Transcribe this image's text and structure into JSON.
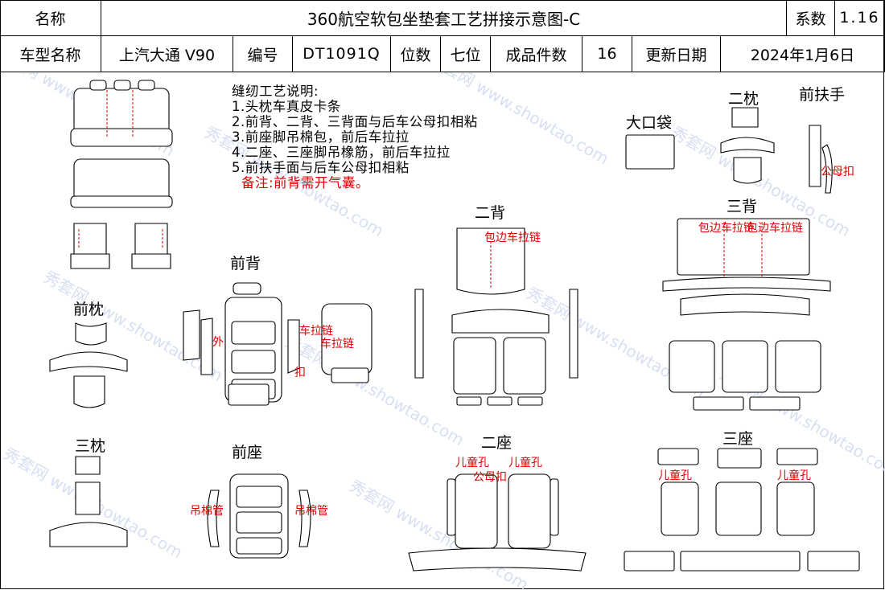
{
  "header": {
    "name_label": "名称",
    "title": "360航空软包坐垫套工艺拼接示意图-C",
    "coef_label": "系数",
    "coef_value": "1.16",
    "model_label": "车型名称",
    "model_value": "上汽大通 V90",
    "code_label": "编号",
    "code_value": "DT1091Q",
    "seats_label": "位数",
    "seats_value": "七位",
    "pieces_label": "成品件数",
    "pieces_value": "16",
    "date_label": "更新日期",
    "date_value": "2024年1月6日"
  },
  "notes": {
    "heading": "缝纫工艺说明:",
    "items": [
      "1.头枕车真皮卡条",
      "2.前背、二背、三背面与后车公母扣相粘",
      "3.前座脚吊棉包，前后车拉拉",
      "4.二座、三座脚吊橡筋，前后车拉拉",
      "5.前扶手面与后车公母扣相粘"
    ],
    "remark": "备注:前背需开气囊。"
  },
  "sections": {
    "front_pillow": "前枕",
    "third_pillow": "三枕",
    "front_back": "前背",
    "front_seat": "前座",
    "second_back": "二背",
    "second_seat": "二座",
    "big_pocket": "大口袋",
    "second_pillow": "二枕",
    "front_armrest": "前扶手",
    "third_back": "三背",
    "third_seat": "三座"
  },
  "annotations": {
    "zipper_car": "车拉链",
    "outside": "外",
    "buckle": "扣",
    "binding_zipper": "包边车拉链",
    "child_hole": "儿童孔",
    "male_female_buckle": "公母扣",
    "hang_cotton_tube": "吊棉管"
  },
  "watermark": "秀套网 www.showtao.com",
  "colors": {
    "annotation_red": "#e00000",
    "line": "#000000",
    "watermark": "#cfd8f0"
  }
}
